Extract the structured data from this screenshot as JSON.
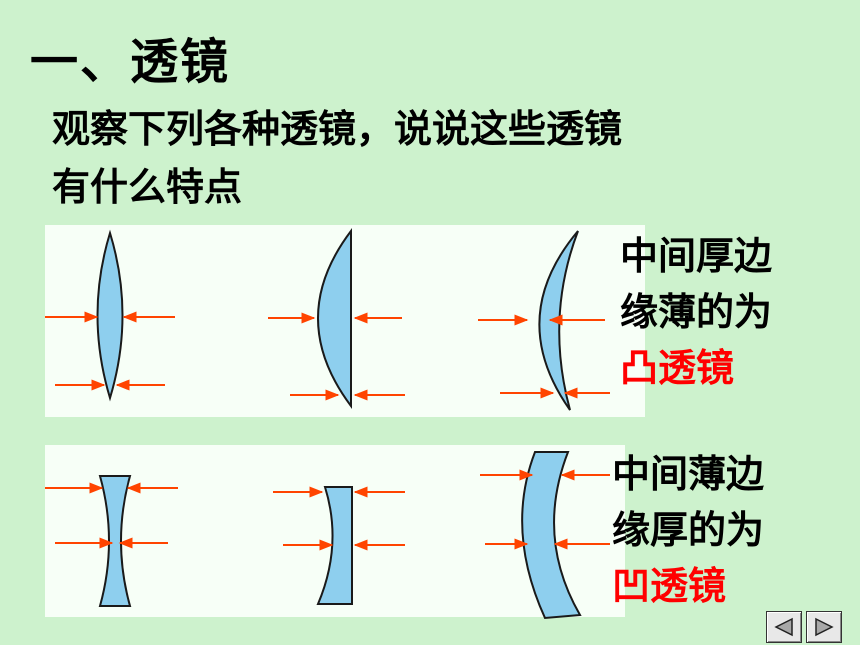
{
  "title": "一、透镜",
  "question": {
    "line1": "观察下列各种透镜，说说这些透镜",
    "line2": "有什么特点"
  },
  "convex": {
    "line1": "中间厚边",
    "line2": "缘薄的为",
    "name": "凸透镜"
  },
  "concave": {
    "line1": "中间薄边",
    "line2": "缘厚的为",
    "name": "凹透镜"
  },
  "colors": {
    "lens_fill": "#8ecfee",
    "lens_stroke": "#1a1a1a",
    "arrow": "#ff4400",
    "highlight": "#ff0000",
    "background": "#cdf2cd"
  },
  "nav": {
    "prev_icon": "triangle-left-icon",
    "next_icon": "triangle-right-icon"
  }
}
